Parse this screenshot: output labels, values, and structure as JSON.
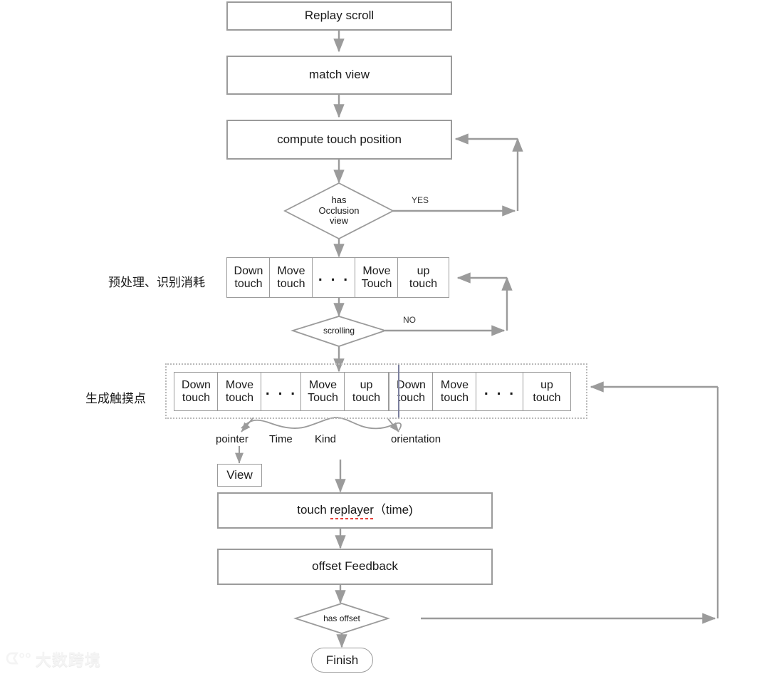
{
  "diagram": {
    "title": "Replay scroll flowchart",
    "colors": {
      "node_border": "#9b9b9b",
      "edge": "#9b9b9b",
      "dashed_group": "#b9b9b9",
      "group_separator": "#7b7f9e",
      "spellcheck_underline": "#e8403a",
      "text": "#1a1a1a",
      "background": "#ffffff"
    },
    "nodes": {
      "replay_scroll": "Replay scroll",
      "match_view": "match view",
      "compute_touch_position": "compute touch position",
      "has_occlusion_view": "has\nOcclusion\nview",
      "scrolling": "scrolling",
      "view": "View",
      "touch_replayer_pre": "touch ",
      "touch_replayer_word": "replayer",
      "touch_replayer_post": "（time)",
      "offset_feedback": "offset Feedback",
      "has_offset": "has offset",
      "finish": "Finish"
    },
    "edge_labels": {
      "yes": "YES",
      "no": "NO"
    },
    "swimlane_labels": {
      "preprocess": "预处理、识别消耗",
      "generate_touch_points": "生成触摸点"
    },
    "touch_row_1": [
      {
        "label": "Down\ntouch",
        "kind": "event"
      },
      {
        "label": "Move\ntouch",
        "kind": "event"
      },
      {
        "label": ". . .",
        "kind": "ellipsis"
      },
      {
        "label": "Move\nTouch",
        "kind": "event"
      },
      {
        "label": "up\ntouch",
        "kind": "event"
      }
    ],
    "touch_row_2_group_a": [
      {
        "label": "Down\ntouch",
        "kind": "event"
      },
      {
        "label": "Move\ntouch",
        "kind": "event"
      },
      {
        "label": ". . .",
        "kind": "ellipsis"
      },
      {
        "label": "Move\nTouch",
        "kind": "event"
      },
      {
        "label": "up\ntouch",
        "kind": "event"
      }
    ],
    "touch_row_2_group_b": [
      {
        "label": "Down\ntouch",
        "kind": "event"
      },
      {
        "label": "Move\ntouch",
        "kind": "event"
      },
      {
        "label": ". . .",
        "kind": "ellipsis"
      },
      {
        "label": "up\ntouch",
        "kind": "event"
      }
    ],
    "touch_attributes": [
      {
        "label": "pointer"
      },
      {
        "label": "Time"
      },
      {
        "label": "Kind"
      },
      {
        "label": "orientation"
      }
    ]
  },
  "watermark": {
    "mark": "ᗧ°°",
    "text": "大数跨境"
  }
}
